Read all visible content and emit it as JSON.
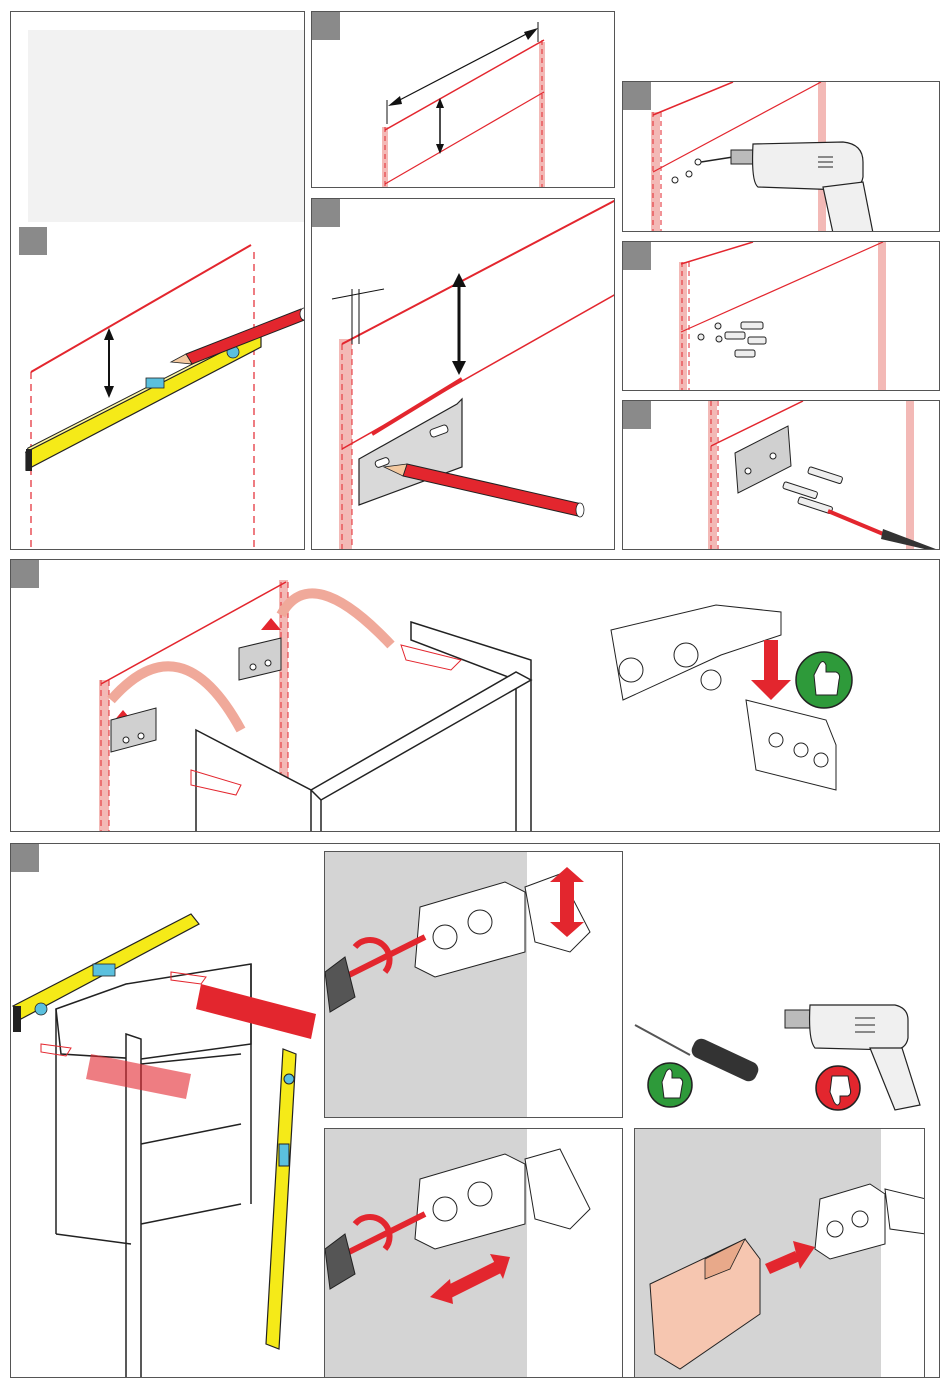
{
  "colors": {
    "red": "#e3262e",
    "pink": "#f3b9b6",
    "yellow": "#f5ea18",
    "gray_wall": "#d4d4d4",
    "step_badge": "#8a8a8a",
    "green": "#2e9a3a",
    "panel_border": "#555555"
  },
  "panels": [
    {
      "id": "step-1-level-marking",
      "icons": [
        "spirit-level-icon",
        "pencil-icon",
        "height-arrow-icon"
      ]
    },
    {
      "id": "step-2-width-measure",
      "icons": [
        "width-arrow-icon",
        "height-arrow-icon"
      ]
    },
    {
      "id": "step-3-bracket-marking",
      "icons": [
        "bracket-icon",
        "pencil-icon",
        "height-arrow-icon"
      ]
    },
    {
      "id": "step-4-drill-holes",
      "icons": [
        "drill-icon"
      ]
    },
    {
      "id": "step-5-insert-plugs",
      "icons": [
        "wall-plug-icon"
      ]
    },
    {
      "id": "step-6-screw-bracket",
      "icons": [
        "screwdriver-icon",
        "screw-icon",
        "bracket-icon"
      ]
    },
    {
      "id": "step-7-hang-cabinet",
      "icons": [
        "cabinet-icon",
        "bracket-icon",
        "hanger-icon",
        "thumbs-up-icon"
      ]
    },
    {
      "id": "step-8-adjust-level",
      "icons": [
        "spirit-level-icon",
        "cabinet-icon",
        "screwdriver-icon",
        "thumbs-up-icon",
        "thumbs-down-icon",
        "drill-icon",
        "cover-cap-icon"
      ]
    }
  ]
}
